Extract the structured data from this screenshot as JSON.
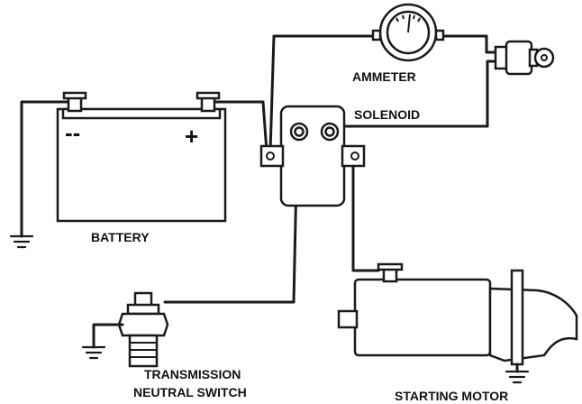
{
  "labels": {
    "ammeter": "AMMETER",
    "solenoid": "SOLENOID",
    "battery": "BATTERY",
    "transmission_line1": "TRANSMISSION",
    "transmission_line2": "NEUTRAL SWITCH",
    "starting_motor": "STARTING MOTOR"
  },
  "battery_terminals": {
    "negative": "--",
    "positive": "+"
  }
}
